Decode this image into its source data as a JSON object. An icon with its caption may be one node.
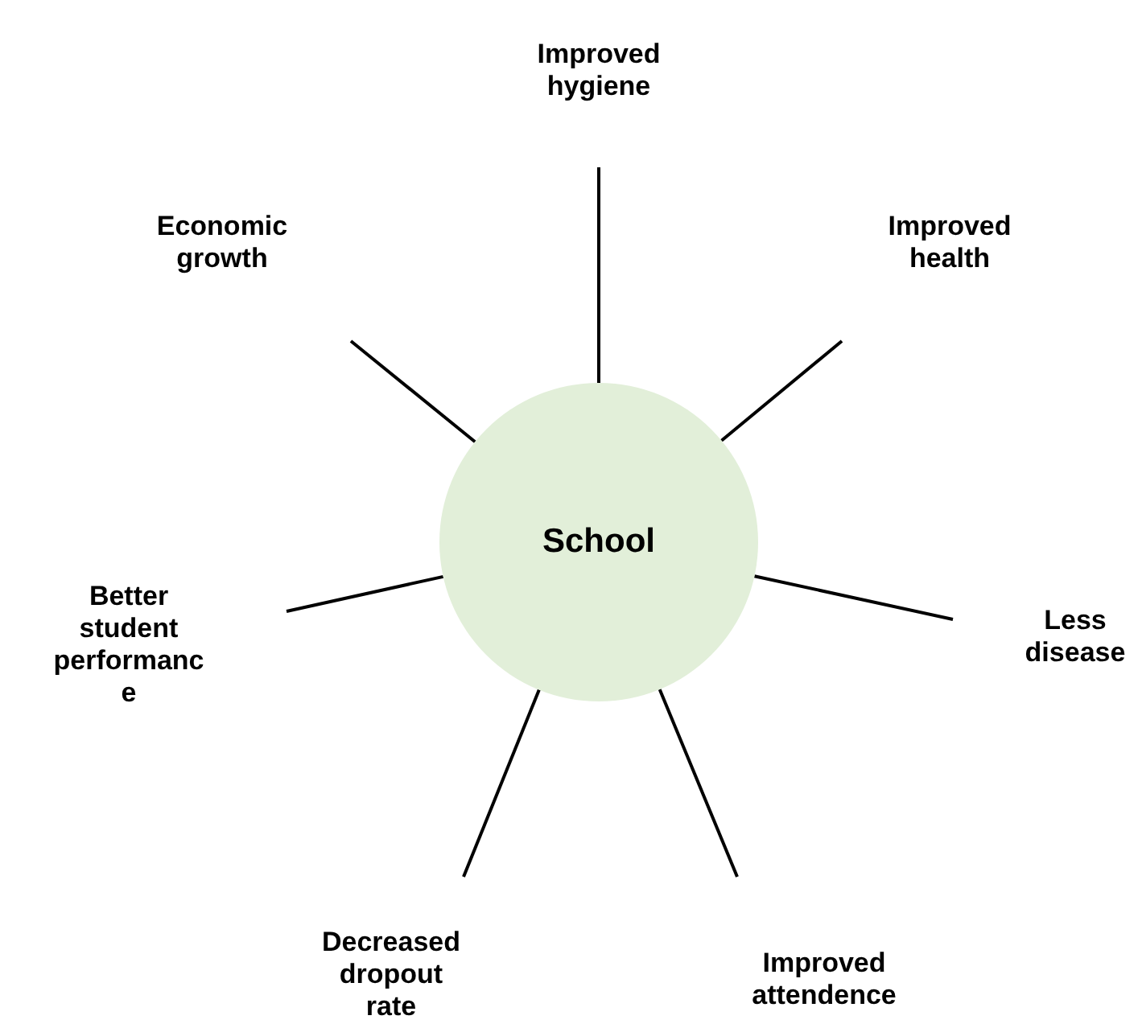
{
  "diagram": {
    "nodes": [
      {
        "text": [
          "School"
        ]
      },
      {
        "text": [
          "Improved hygiene"
        ]
      },
      {
        "text": [
          "Economic growth"
        ]
      },
      {
        "text": [
          "Improved health"
        ]
      },
      {
        "text": [
          "Better student performanc e"
        ]
      },
      {
        "text": [
          "Less disease"
        ]
      },
      {
        "text": [
          "Decreased dropout rate"
        ]
      },
      {
        "text": [
          "Improved attendence"
        ]
      }
    ],
    "edges": [
      {
        "from": 0,
        "to": 1,
        "arrow": "none"
      },
      {
        "from": 0,
        "to": 2,
        "arrow": "none"
      },
      {
        "from": 0,
        "to": 3,
        "arrow": "none"
      },
      {
        "from": 0,
        "to": 4,
        "arrow": "none"
      },
      {
        "from": 0,
        "to": 5,
        "arrow": "none"
      },
      {
        "from": 0,
        "to": 6,
        "arrow": "none"
      },
      {
        "from": 0,
        "to": 7,
        "arrow": "none"
      }
    ]
  }
}
